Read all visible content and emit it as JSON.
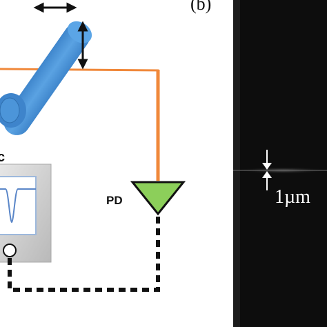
{
  "panel_b": {
    "label": "(b)",
    "scale_text": "1µm"
  },
  "panel_a": {
    "detector_label": "PD",
    "partial_label": "c"
  },
  "colors": {
    "fiber_blue": "#4d93d6",
    "beam_orange": "#f0883a",
    "detector_green": "#8ccf5a",
    "panel_dark": "#0d0d0d",
    "instrument_gray": "#d2d2d2",
    "screen_border": "#9db8dc",
    "trace_blue": "#5a86c8"
  },
  "icons": [
    "double-arrow-horizontal-icon",
    "double-arrow-vertical-icon",
    "detector-triangle-icon",
    "scale-arrows-icon"
  ]
}
